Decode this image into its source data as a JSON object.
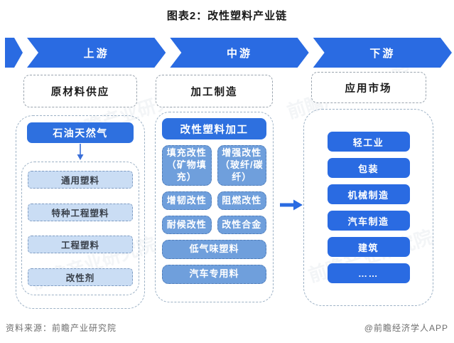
{
  "title": "图表2：改性塑料产业链",
  "banner": {
    "segments": [
      "上游",
      "中游",
      "下游"
    ]
  },
  "columns": {
    "upstream": {
      "header": "原材料供应",
      "source_box": "石油天然气",
      "materials": [
        "通用塑料",
        "特种工程塑料",
        "工程塑料",
        "改性剂"
      ]
    },
    "midstream": {
      "header": "加工制造",
      "process_box": "改性塑料加工",
      "grid": [
        "填充改性（矿物填充）",
        "增强改性（玻纤/碳纤）",
        "增韧改性",
        "阻燃改性",
        "耐候改性",
        "改性合金"
      ],
      "full_rows": [
        "低气味塑料",
        "汽车专用料"
      ]
    },
    "downstream": {
      "header": "应用市场",
      "markets": [
        "轻工业",
        "包装",
        "机械制造",
        "汽车制造",
        "建筑",
        "……"
      ]
    }
  },
  "footer": {
    "source": "资料来源：前瞻产业研究院",
    "credit": "@前瞻经济学人APP"
  },
  "watermark": "前瞻产业研究院",
  "colors": {
    "primary_blue": "#2A6BE2",
    "solid_blue": "#2E70DF",
    "medium_blue": "#6F9FDC",
    "light_blue": "#CADDF4"
  }
}
